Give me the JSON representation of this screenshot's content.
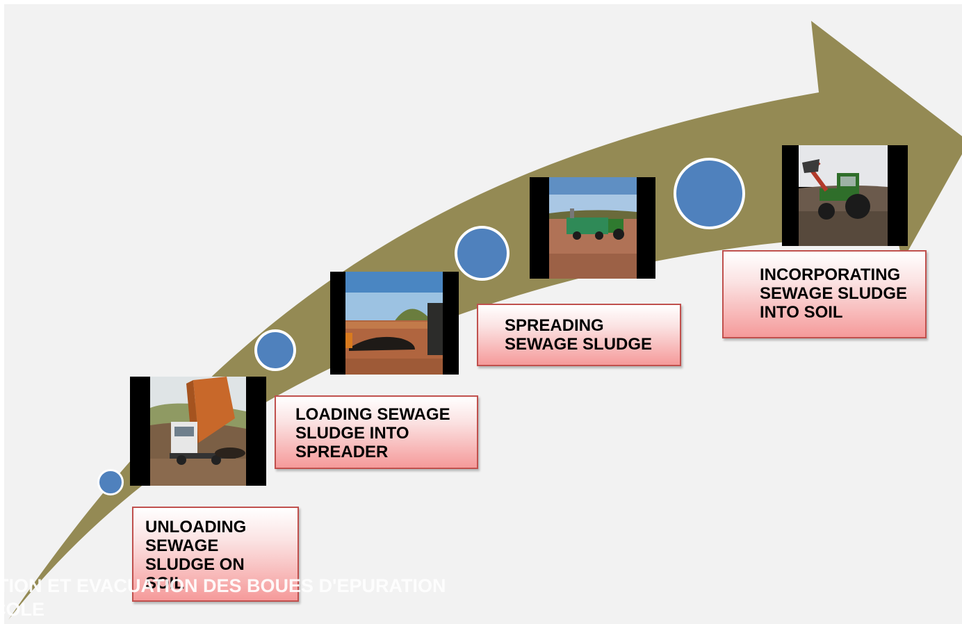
{
  "slide": {
    "colors": {
      "background": "#f2f2f2",
      "arrow": "#948a54",
      "node": "#4f81bd",
      "box_border": "#c0504d",
      "box_fill": "#f59a9a"
    },
    "steps": [
      {
        "label": "UNLOADING\nSEWAGE\nSLUDGE ON\nSOIL",
        "photo": "dump-truck-unloading-photo"
      },
      {
        "label": "LOADING SEWAGE\nSLUDGE INTO\nSPREADER",
        "photo": "sludge-pile-loading-photo"
      },
      {
        "label": "SPREADING\nSEWAGE SLUDGE",
        "photo": "tractor-spreader-field-photo"
      },
      {
        "label": "INCORPORATING\nSEWAGE SLUDGE\nINTO SOIL",
        "photo": "tractor-loader-soil-photo"
      }
    ],
    "footer": "LATION ET EVACUATION DES BOUES D'EPURATION\nRICOLE"
  }
}
